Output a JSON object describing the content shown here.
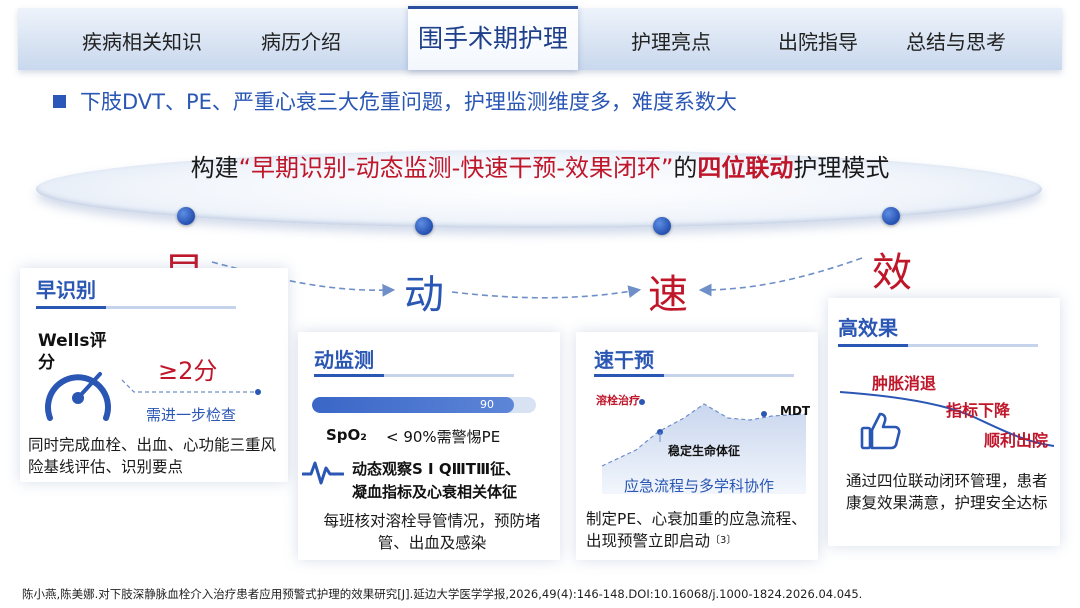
{
  "nav": {
    "items": [
      "疾病相关知识",
      "病历介绍",
      "围手术期护理",
      "护理亮点",
      "出院指导",
      "总结与思考"
    ],
    "active_index": 2,
    "accent_color": "#2a4f9e"
  },
  "headline": "下肢DVT、PE、严重心衰三大危重问题，护理监测维度多，难度系数大",
  "model": {
    "prefix": "构建",
    "quote": "“早期识别-动态监测-快速干预-效果闭环”",
    "mid": "的",
    "highlight": "四位联动",
    "suffix": "护理模式"
  },
  "big_chars": [
    "早",
    "动",
    "速",
    "效"
  ],
  "cards": {
    "early": {
      "title": "早识别",
      "score_label": "Wells评分",
      "threshold": "≥2分",
      "note": "需进一步检查",
      "body": "同时完成血栓、出血、心功能三重风险基线评估、识别要点"
    },
    "dynamic": {
      "title": "动监测",
      "progress_value": "90",
      "progress_fraction": 0.9,
      "spo2_label": "SpO₂",
      "spo2_text": "< 90%需警惕PE",
      "observe_line1": "动态观察S I QⅢTⅢ征、",
      "observe_line2": "凝血指标及心衰相关体征",
      "body": "每班核对溶栓导管情况，预防堵管、出血及感染"
    },
    "fast": {
      "title": "速干预",
      "label_thrombolysis": "溶栓治疗",
      "label_stable": "稳定生命体征",
      "label_mdt": "MDT",
      "flow_label": "应急流程与多学科协作",
      "body": "制定PE、心衰加重的应急流程、出现预警立即启动",
      "ref": "〔3〕"
    },
    "effect": {
      "title": "高效果",
      "tag1": "肿胀消退",
      "tag2": "指标下降",
      "tag3": "顺利出院",
      "body": "通过四位联动闭环管理，患者康复效果满意，护理安全达标"
    }
  },
  "citation": "陈小燕,陈美娜.对下肢深静脉血栓介入治疗患者应用预警式护理的效果研究[J].延边大学医学学报,2026,49(4):146-148.DOI:10.16068/j.1000-1824.2026.04.045.",
  "colors": {
    "primary_blue": "#2a56b4",
    "accent_red": "#c0162a"
  }
}
